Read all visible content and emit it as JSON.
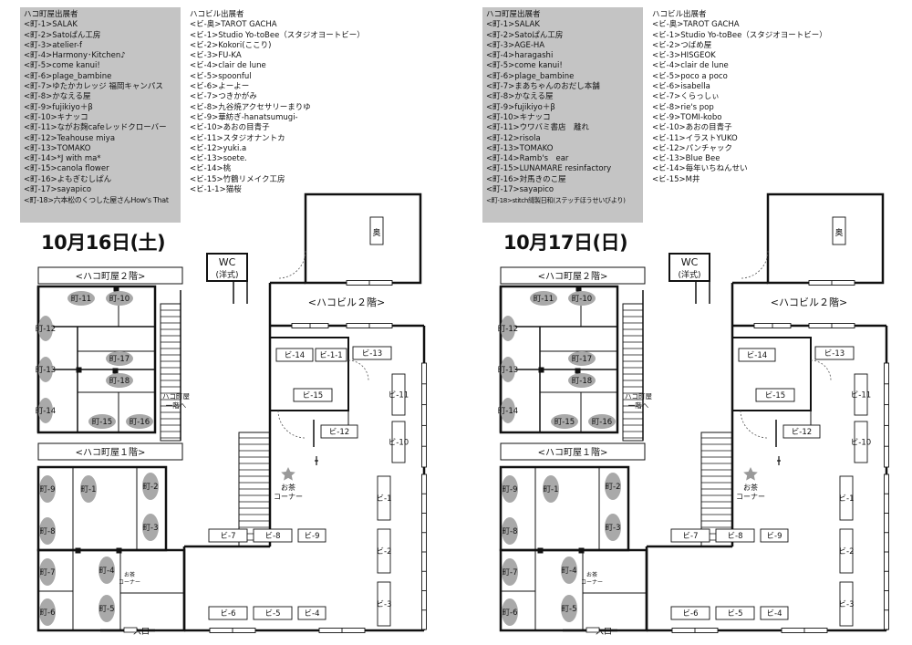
{
  "days": [
    {
      "date_label": "10月16日(土)",
      "machiya_title": "ハコ町屋出展者",
      "machiya": [
        "<町-1>SALAK",
        "<町-2>Satoぱん工房",
        "<町-3>atelier-f",
        "<町-4>Harmony･Kitchen♪",
        "<町-5>come kanui!",
        "<町-6>plage_bambine",
        "<町-7>ゆたかカレッジ 福岡キャンパス",
        "<町-8>かなえる屋",
        "<町-9>fujikiyo＋β",
        "<町-10>キナッコ",
        "<町-11>ながお麹cafeレッドクローバー",
        "<町-12>Teahouse miya",
        "<町-13>TOMAKO",
        "<町-14>*J with ma*",
        "<町-15>canola flower",
        "<町-16>よもぎむしぱん",
        "<町-17>sayapico",
        "<町-18>六本松のくつした屋さんHow's That"
      ],
      "biru_title": "ハコビル出展者",
      "biru": [
        "<ビ-奥>TAROT GACHA",
        "<ビ-1>Studio Yo-toBee（スタジオヨートビー）",
        "<ビ-2>Kokori(ここり)",
        "<ビ-3>FU-KA",
        "<ビ-4>clair de lune",
        "<ビ-5>spoonful",
        "<ビ-6>よーよー",
        "<ビ-7>つきかがみ",
        "<ビ-8>九谷焼アクセサリーまりゆ",
        "<ビ-9>華紡ぎ-hanatsumugi-",
        "<ビ-10>あおの目青子",
        "<ビ-11>スタジオナントカ",
        "<ビ-12>yuki.a",
        "<ビ-13>soete.",
        "<ビ-14>桃",
        "<ビ-15>竹鶴リメイク工房",
        "<ビ-1-1>猫桜"
      ],
      "biru_has_b11": true
    },
    {
      "date_label": "10月17日(日)",
      "machiya_title": "ハコ町屋出展者",
      "machiya": [
        "<町-1>SALAK",
        "<町-2>Satoぱん工房",
        "<町-3>AGE-HA",
        "<町-4>haragashi",
        "<町-5>come kanui!",
        "<町-6>plage_bambine",
        "<町-7>まあちゃんのおだし本舗",
        "<町-8>かなえる屋",
        "<町-9>fujikiyo＋β",
        "<町-10>キナッコ",
        "<町-11>ウワバミ書店　離れ",
        "<町-12>risola",
        "<町-13>TOMAKO",
        "<町-14>Ramb's　ear",
        "<町-15>LUNAMARE resinfactory",
        "<町-16>対馬きのこ屋",
        "<町-17>sayapico",
        "<町-18>stitch縫製日和(ステッチほうせいびより)"
      ],
      "biru_title": "ハコビル出展者",
      "biru": [
        "<ビ-奥>TAROT GACHA",
        "<ビ-1>Studio Yo-toBee（スタジオヨートビー）",
        "<ビ-2>つばめ屋",
        "<ビ-3>HISGEOK",
        "<ビ-4>clair de lune",
        "<ビ-5>poco a poco",
        "<ビ-6>isabella",
        "<ビ-7>くらっしぃ",
        "<ビ-8>rie's pop",
        "<ビ-9>TOMI-kobo",
        "<ビ-10>あおの目青子",
        "<ビ-11>イラストYUKO",
        "<ビ-12>パンチャック",
        "<ビ-13>Blue Bee",
        "<ビ-14>毎年いちねんせい",
        "<ビ-15>M井"
      ],
      "biru_has_b11": false
    }
  ],
  "map": {
    "machiya_2f": "<ハコ町屋２階>",
    "machiya_1f": "<ハコ町屋１階>",
    "biru_2f": "<ハコビル２階>",
    "wc": "WC",
    "wc_sub": "(洋式)",
    "oku": "奥",
    "stairs_note_1": "ハコ町屋",
    "stairs_note_2": "一階へ",
    "tea_1": "お茶",
    "tea_2": "コーナー",
    "small_tea_1": "お茶",
    "small_tea_2": "コーナー",
    "entrance": "入口",
    "m2_labels": [
      "町-11",
      "町-10",
      "町-12",
      "町-13",
      "町-14",
      "町-17",
      "町-18",
      "町-15",
      "町-16"
    ],
    "m1_labels": [
      "町-9",
      "町-1",
      "町-2",
      "町-8",
      "町-3",
      "町-7",
      "町-4",
      "町-6",
      "町-5"
    ],
    "b2_labels": [
      "ビ-14",
      "ビ-1-1",
      "ビ-13",
      "ビ-15",
      "ビ-11",
      "ビ-12",
      "ビ-10",
      "ビ-1",
      "ビ-2",
      "ビ-3",
      "ビ-7",
      "ビ-8",
      "ビ-9",
      "ビ-6",
      "ビ-5",
      "ビ-4"
    ]
  }
}
